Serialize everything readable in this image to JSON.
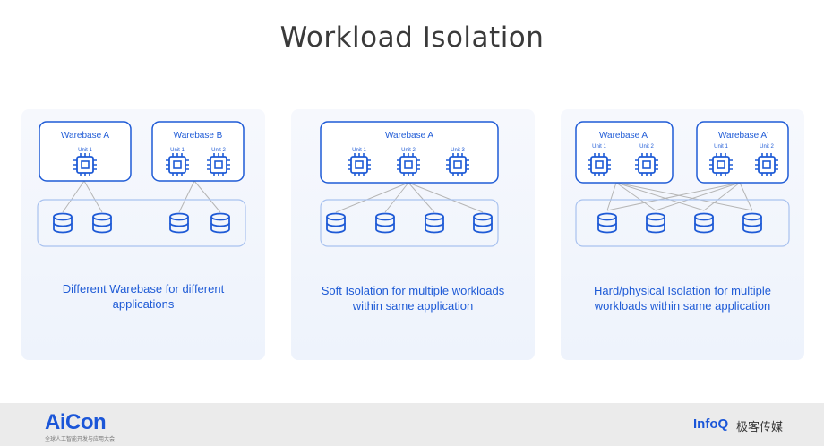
{
  "title": "Workload Isolation",
  "panels": [
    {
      "caption_line1": "Different Warebase for different",
      "caption_line2": "applications",
      "boxes": [
        {
          "label": "Warebase A",
          "units": [
            "Unit 1"
          ]
        },
        {
          "label": "Warebase B",
          "units": [
            "Unit 1",
            "Unit 2"
          ]
        }
      ]
    },
    {
      "caption_line1": "Soft Isolation for multiple workloads",
      "caption_line2": "within same application",
      "boxes": [
        {
          "label": "Warebase A",
          "units": [
            "Unit 1",
            "Unit 2",
            "Unit 3"
          ]
        }
      ]
    },
    {
      "caption_line1": "Hard/physical Isolation for multiple",
      "caption_line2": "workloads within same application",
      "boxes": [
        {
          "label": "Warebase A",
          "units": [
            "Unit 1",
            "Unit 2"
          ]
        },
        {
          "label": "Warebase A'",
          "units": [
            "Unit 1",
            "Unit 2"
          ]
        }
      ]
    }
  ],
  "footer": {
    "left_logo": "AiCon",
    "left_sub": "全球人工智能开发与应用大会",
    "right_logo": "InfoQ",
    "right_text": "极客传媒"
  },
  "colors": {
    "accent": "#1f5bd6",
    "panel_bg": "#f0f4fc",
    "line": "#b8b8b8"
  }
}
